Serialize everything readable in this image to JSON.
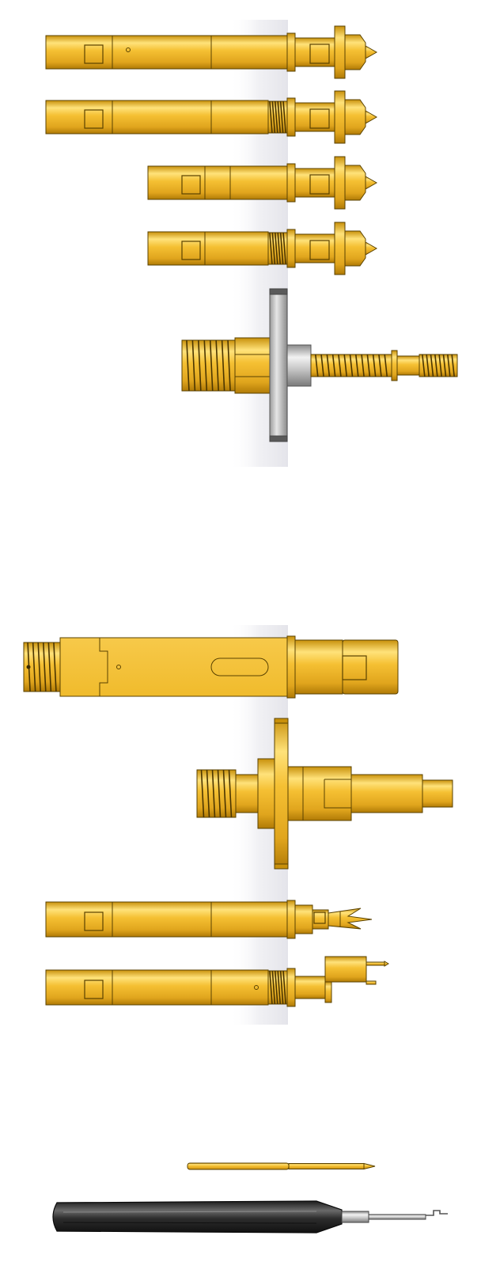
{
  "title": "",
  "colors": {
    "gold_light": "#ffe27a",
    "gold": "#f5c033",
    "gold_dark": "#c8900b",
    "outline": "#5a4200",
    "steel_light": "#f2f2f2",
    "steel": "#c4c4c4",
    "steel_dark": "#7a7a7a",
    "handle_light": "#6a6a6a",
    "handle": "#2d2d2d",
    "shadow_band": "#ededf1"
  },
  "parts": [
    {
      "kind": "probe-head",
      "name": "probe-long-plain"
    },
    {
      "kind": "probe-head",
      "name": "probe-long-threaded"
    },
    {
      "kind": "probe-head",
      "name": "probe-short-plain"
    },
    {
      "kind": "probe-head",
      "name": "probe-short-threaded"
    },
    {
      "kind": "flange-connector",
      "name": "flange-connector-steel"
    },
    {
      "kind": "connector-body",
      "name": "connector-body-large"
    },
    {
      "kind": "flange-connector",
      "name": "flange-connector-gold"
    },
    {
      "kind": "probe-tip",
      "name": "probe-long-crown-tip"
    },
    {
      "kind": "probe-tip",
      "name": "probe-long-bracket-tip"
    },
    {
      "kind": "pin",
      "name": "contact-pin"
    },
    {
      "kind": "tool",
      "name": "extraction-tool"
    }
  ]
}
